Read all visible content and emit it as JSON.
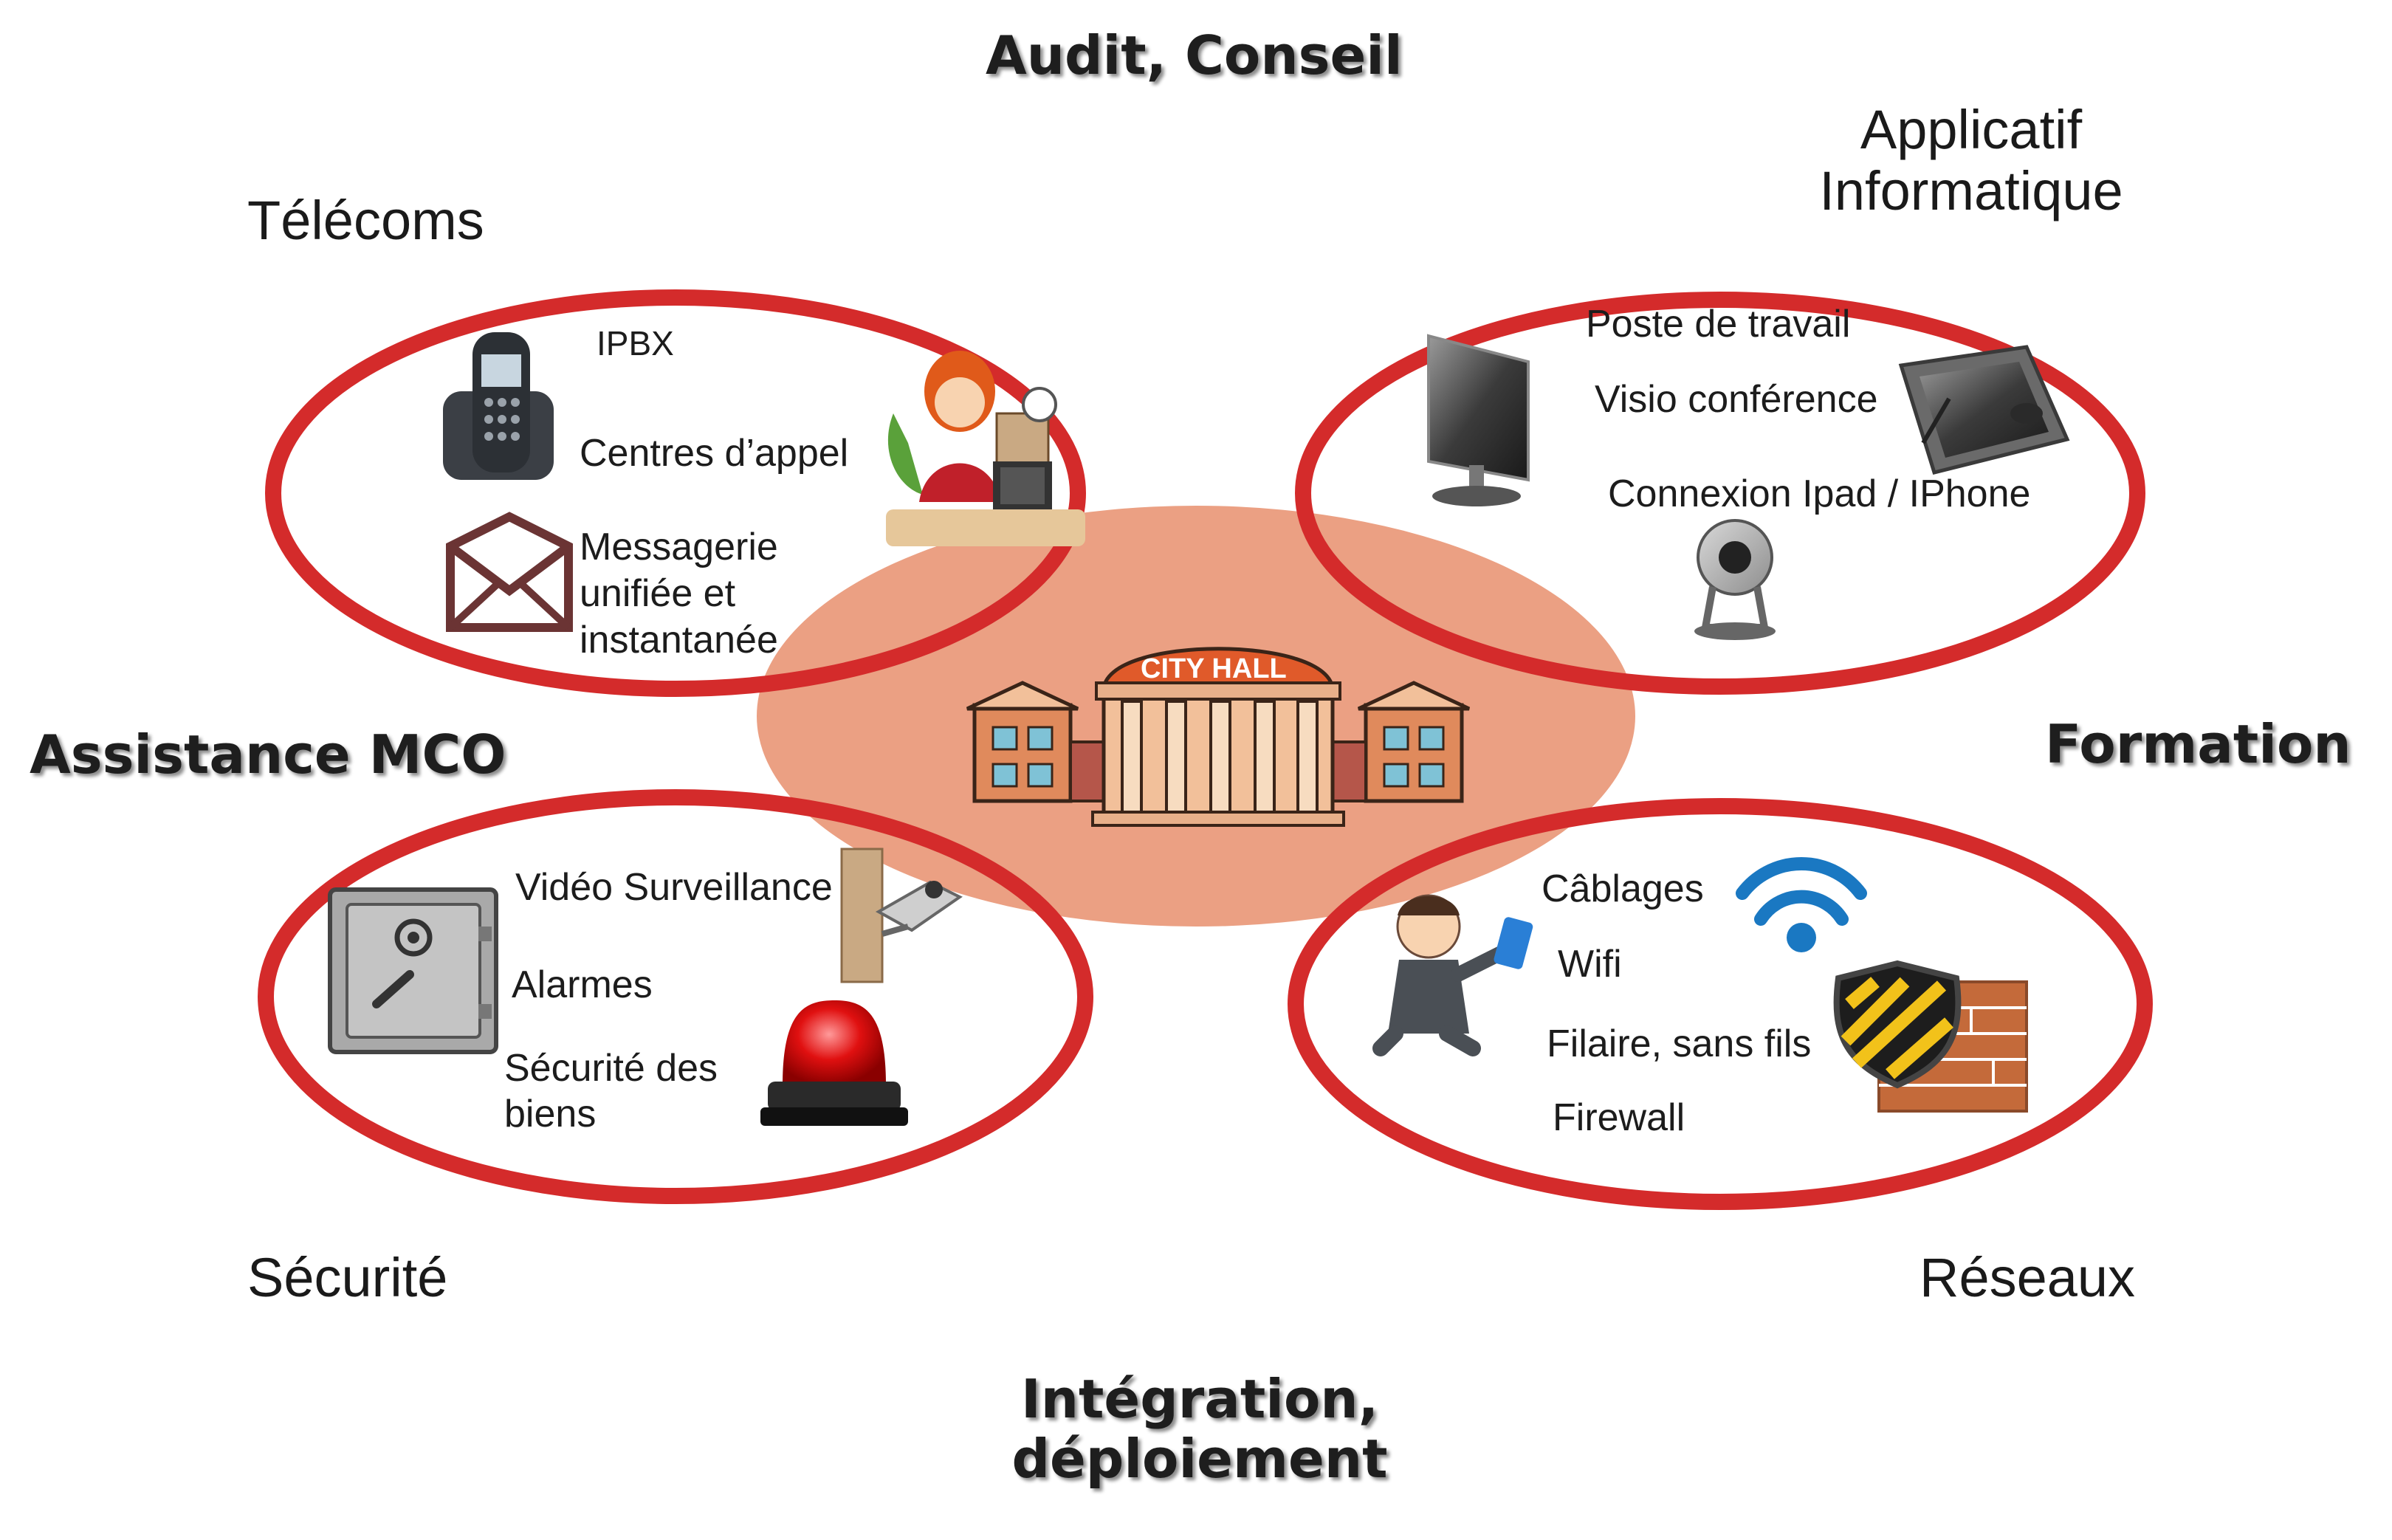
{
  "services": {
    "top": "Audit, Conseil",
    "left": "Assistance MCO",
    "right": "Formation",
    "bottom_line1": "Intégration,",
    "bottom_line2": "déploiement"
  },
  "center": {
    "building_sign": "CITY HALL"
  },
  "domains": {
    "telecoms": {
      "title": "Télécoms",
      "items": [
        "IPBX",
        "Centres d’appel",
        "Messagerie",
        "unifiée et",
        "instantanée"
      ]
    },
    "applicatif": {
      "title_line1": "Applicatif",
      "title_line2": "Informatique",
      "items": [
        "Poste de travail",
        "Visio conférence",
        "Connexion Ipad / IPhone"
      ]
    },
    "securite": {
      "title": "Sécurité",
      "items": [
        "Vidéo Surveillance",
        "Alarmes",
        "Sécurité des",
        "biens"
      ]
    },
    "reseaux": {
      "title": "Réseaux",
      "items": [
        "Câblages",
        "Wifi",
        "Filaire, sans fils",
        "Firewall"
      ]
    }
  },
  "colors": {
    "ring": "#d42b2b",
    "center_fill": "#eba083",
    "building": "#c8785a",
    "shield_yellow": "#f2c21a",
    "wifi_blue": "#1a78c2"
  },
  "icons": [
    "phone-icon",
    "receptionist-icon",
    "envelope-icon",
    "monitor-icon",
    "tablet-icon",
    "webcam-icon",
    "safe-icon",
    "camera-icon",
    "siren-icon",
    "businessman-icon",
    "wifi-icon",
    "shield-icon",
    "firewall-icon",
    "city-hall-icon"
  ]
}
